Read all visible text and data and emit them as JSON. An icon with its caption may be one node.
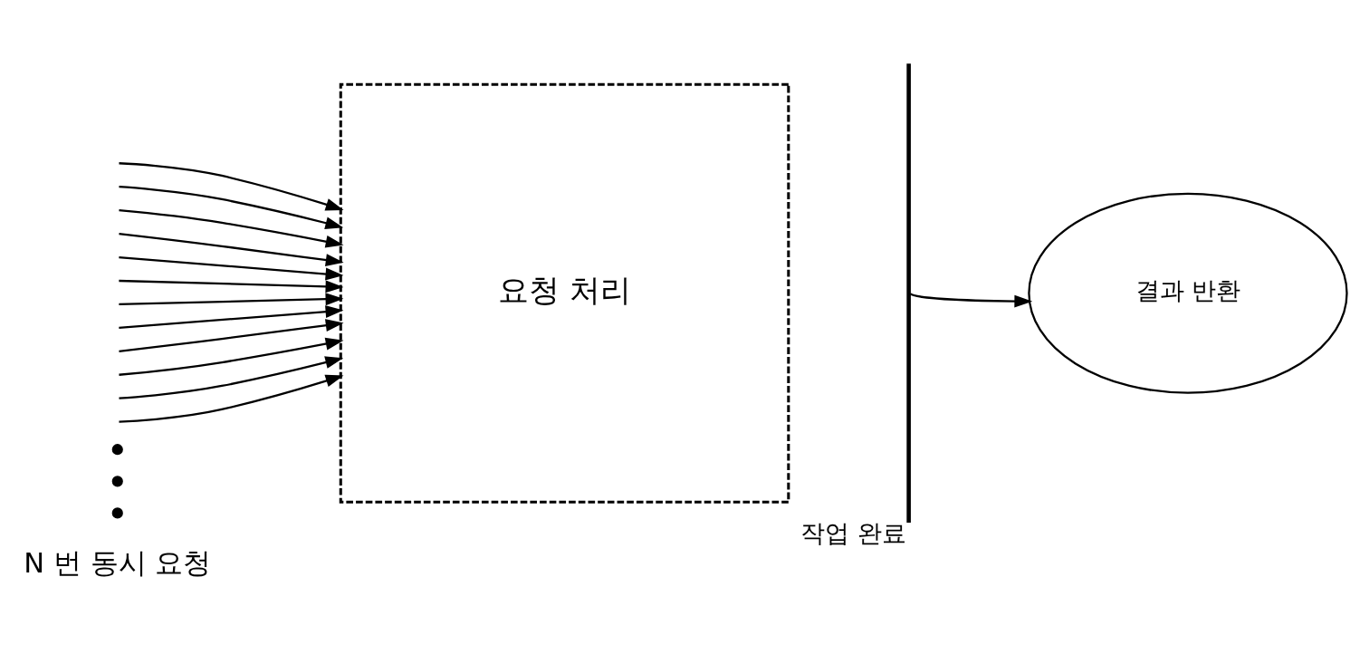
{
  "diagram": {
    "nodes": [
      {
        "text": [
          "요청 처리"
        ]
      },
      {
        "text": [],
        "shape": "bar",
        "beside": [
          "작업 완료"
        ]
      },
      {
        "text": [
          "결과 반환"
        ]
      }
    ],
    "edges": [
      {
        "from": null,
        "to": 0,
        "arrow": "to"
      },
      {
        "from": null,
        "to": 0,
        "arrow": "to"
      },
      {
        "from": null,
        "to": 0,
        "arrow": "to"
      },
      {
        "from": null,
        "to": 0,
        "arrow": "to"
      },
      {
        "from": null,
        "to": 0,
        "arrow": "to"
      },
      {
        "from": null,
        "to": 0,
        "arrow": "to"
      },
      {
        "from": null,
        "to": 0,
        "arrow": "to"
      },
      {
        "from": null,
        "to": 0,
        "arrow": "to"
      },
      {
        "from": null,
        "to": 0,
        "arrow": "to"
      },
      {
        "from": null,
        "to": 0,
        "arrow": "to"
      },
      {
        "from": null,
        "to": 0,
        "arrow": "to"
      },
      {
        "from": null,
        "to": 0,
        "arrow": "to"
      },
      {
        "from": 1,
        "to": 2,
        "arrow": "to"
      }
    ],
    "labels": [
      "N 번 동시 요청"
    ]
  }
}
